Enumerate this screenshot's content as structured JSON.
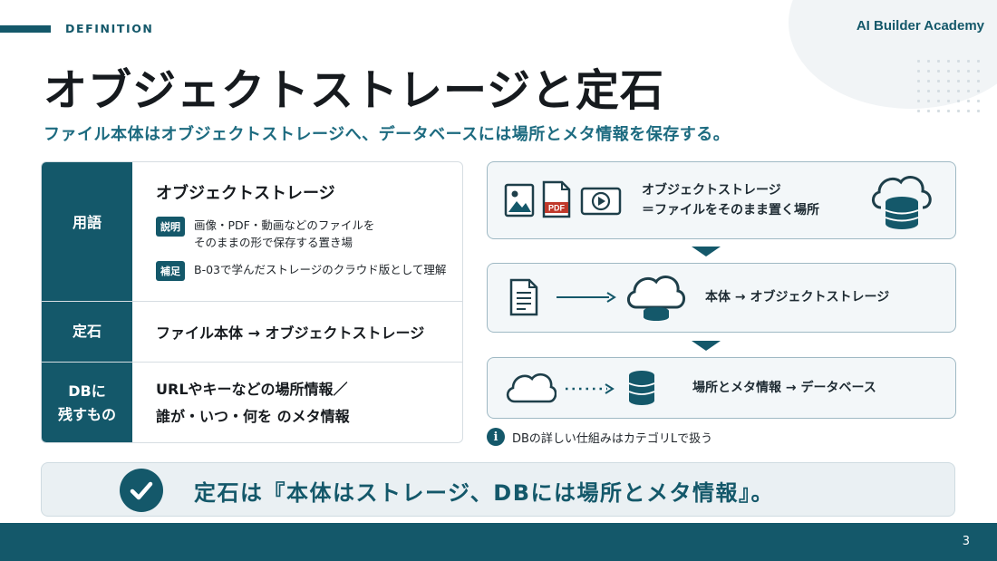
{
  "header": {
    "kicker": "DEFINITION",
    "brand": "AI Builder Academy"
  },
  "title": "オブジェクトストレージと定石",
  "subtitle": "ファイル本体はオブジェクトストレージへ、データベースには場所とメタ情報を保存する。",
  "table": {
    "rows": [
      {
        "head": "用語",
        "title": "オブジェクトストレージ",
        "notes": [
          {
            "badge": "説明",
            "lines": [
              "画像・PDF・動画などのファイルを",
              "そのままの形で保存する置き場"
            ]
          },
          {
            "badge": "補足",
            "lines": [
              "B-03で学んだストレージのクラウド版として理解"
            ]
          }
        ]
      },
      {
        "head": "定石",
        "text": "ファイル本体 → オブジェクトストレージ"
      },
      {
        "head_lines": [
          "DBに",
          "残すもの"
        ],
        "lines": [
          "URLやキーなどの場所情報／",
          "誰が・いつ・何を のメタ情報"
        ]
      }
    ]
  },
  "flow": {
    "step1": {
      "lines": [
        "オブジェクトストレージ",
        "＝ファイルをそのまま置く場所"
      ],
      "pdf_label": "PDF"
    },
    "step2": {
      "text": "本体 → オブジェクトストレージ"
    },
    "step3": {
      "text": "場所とメタ情報 → データベース"
    },
    "footnote": "DBの詳しい仕組みはカテゴリLで扱う",
    "info_glyph": "i"
  },
  "conclusion": "定石は『本体はストレージ、DBには場所とメタ情報』。",
  "page_number": "3",
  "colors": {
    "primary": "#14586a",
    "accent_text": "#1d6b80",
    "flow_border": "#9fb9c4",
    "flow_bg": "#f3f7f9",
    "conclusion_bg": "#eaf0f3"
  },
  "icons": {
    "step1": [
      "image-icon",
      "pdf-icon",
      "video-icon",
      "cloud-database-icon"
    ],
    "step2": [
      "document-icon",
      "arrow-right-icon",
      "cloud-storage-icon"
    ],
    "step3": [
      "cloud-icon",
      "dotted-arrow-icon",
      "database-icon"
    ]
  }
}
